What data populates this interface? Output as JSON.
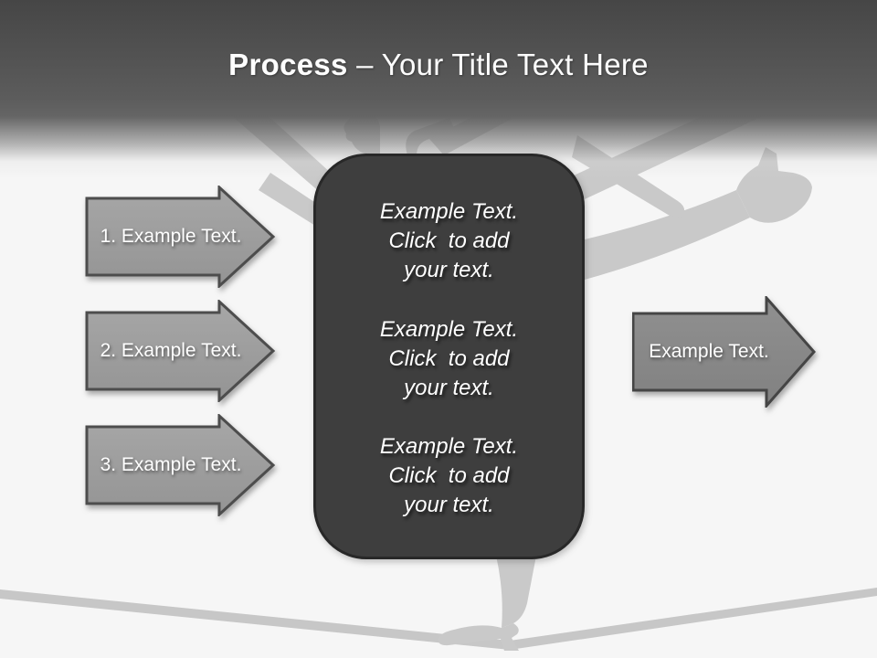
{
  "title": {
    "bold": "Process",
    "rest": " – Your Title Text Here"
  },
  "left_arrows": [
    {
      "label": "1. Example Text."
    },
    {
      "label": "2. Example Text."
    },
    {
      "label": "3. Example Text."
    }
  ],
  "right_arrow": {
    "label": "Example Text."
  },
  "center_box": {
    "paragraphs": [
      {
        "line1": "Example Text.",
        "line2": "Click  to add",
        "line3": "your text."
      },
      {
        "line1": "Example Text.",
        "line2": "Click  to add",
        "line3": "your text."
      },
      {
        "line1": "Example Text.",
        "line2": "Click  to add",
        "line3": "your text."
      }
    ]
  },
  "graphics": {
    "silhouette": "woman balancing on a tightrope",
    "rope": "sagging tightrope line"
  },
  "colors": {
    "header_top": "#464646",
    "header_bottom": "#656565",
    "background": "#f6f6f6",
    "left_arrow_fill": "#9c9c9c",
    "right_arrow_fill": "#888888",
    "panel_fill": "#3e3e3e",
    "panel_border": "#282828",
    "silhouette": "#c9c9c9",
    "text": "#ffffff"
  }
}
